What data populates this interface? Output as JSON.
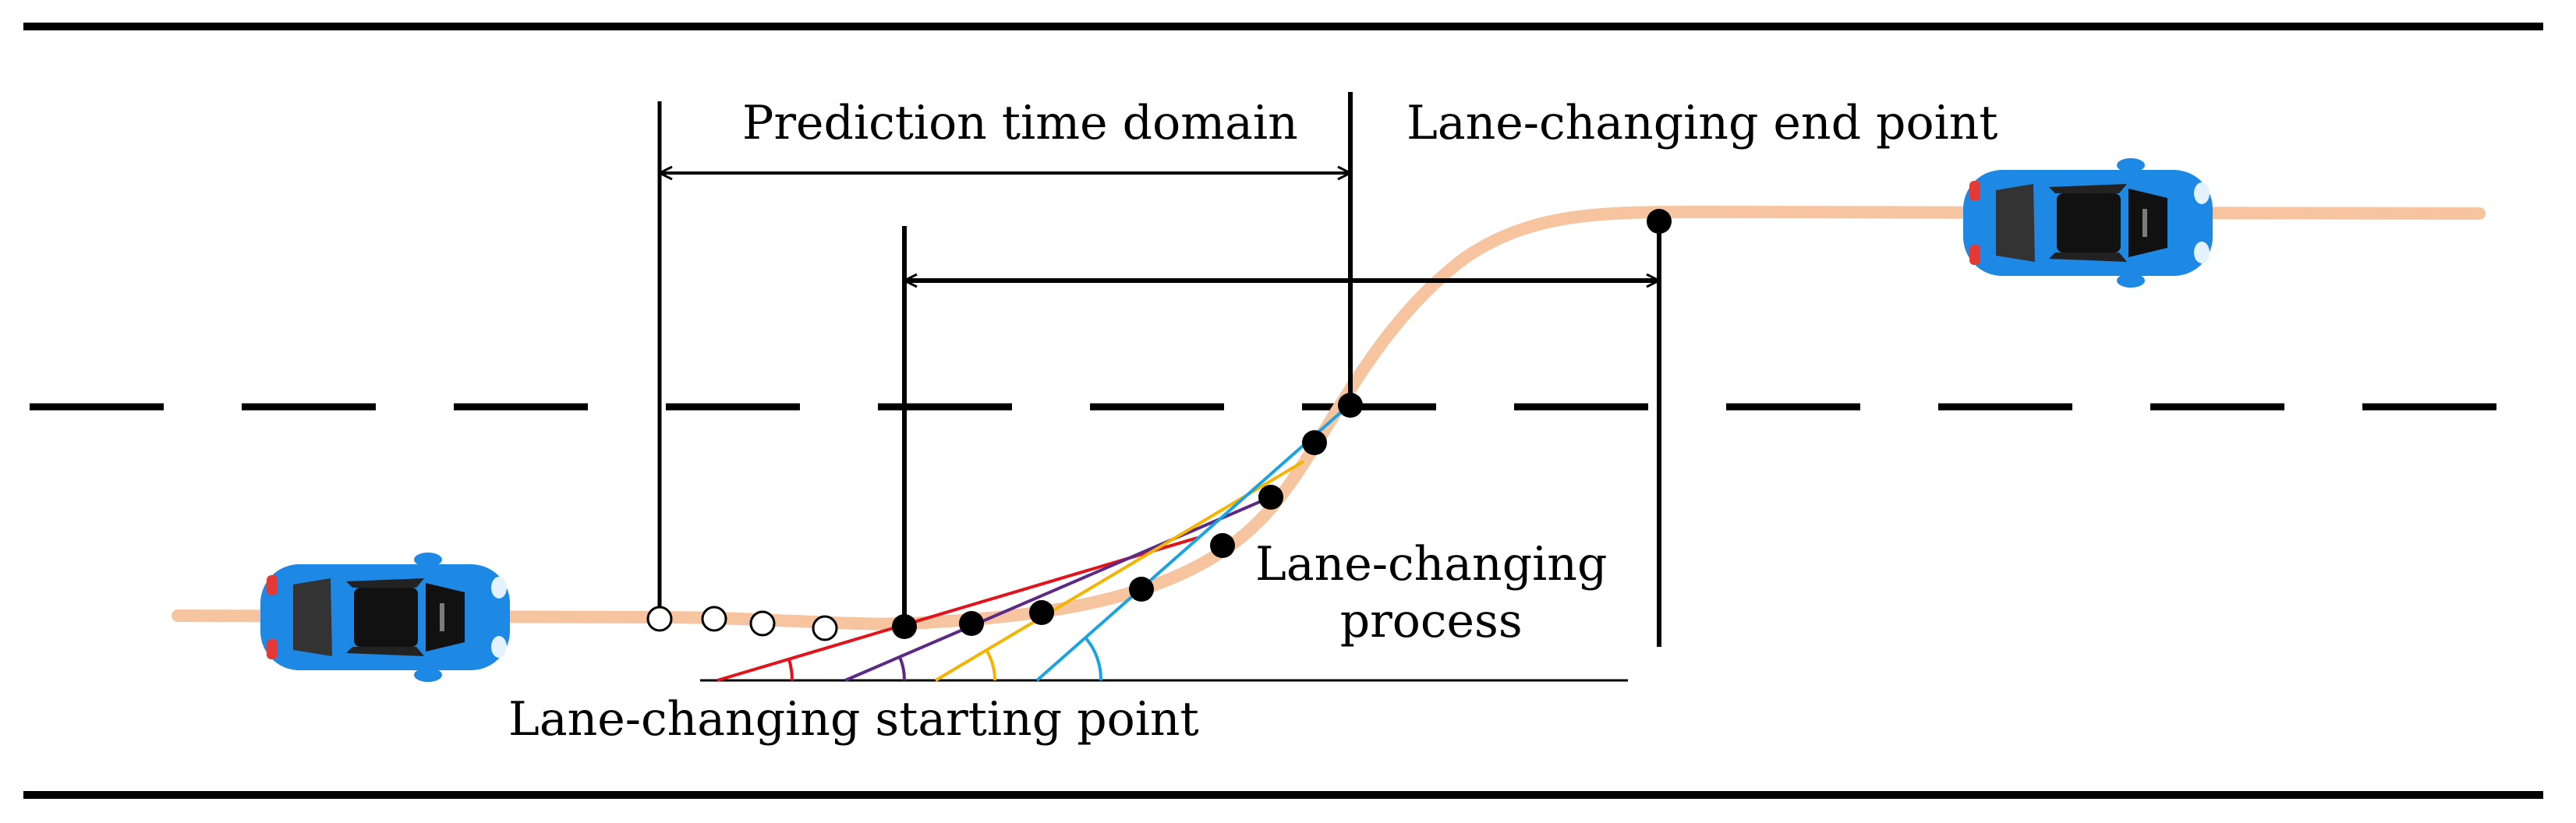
{
  "labels": {
    "prediction_time_domain": "Prediction time domain",
    "lane_changing_end_point": "Lane-changing end point",
    "lane_changing_process_line1": "Lane-changing",
    "lane_changing_process_line2": "process",
    "lane_changing_starting_point": "Lane-changing starting point"
  },
  "colors": {
    "road_line": "#000000",
    "trajectory": "#f7c4a0",
    "car_body": "#1e88e5",
    "car_window": "#111111",
    "tail_light": "#e53935",
    "angle_red": "#e3131b",
    "angle_purple": "#5b2a86",
    "angle_yellow": "#f4b400",
    "angle_cyan": "#1aa3e0",
    "past_point_fill": "#ffffff",
    "predicted_point_fill": "#000000"
  },
  "icons": [
    "car-icon-left",
    "car-icon-right"
  ]
}
